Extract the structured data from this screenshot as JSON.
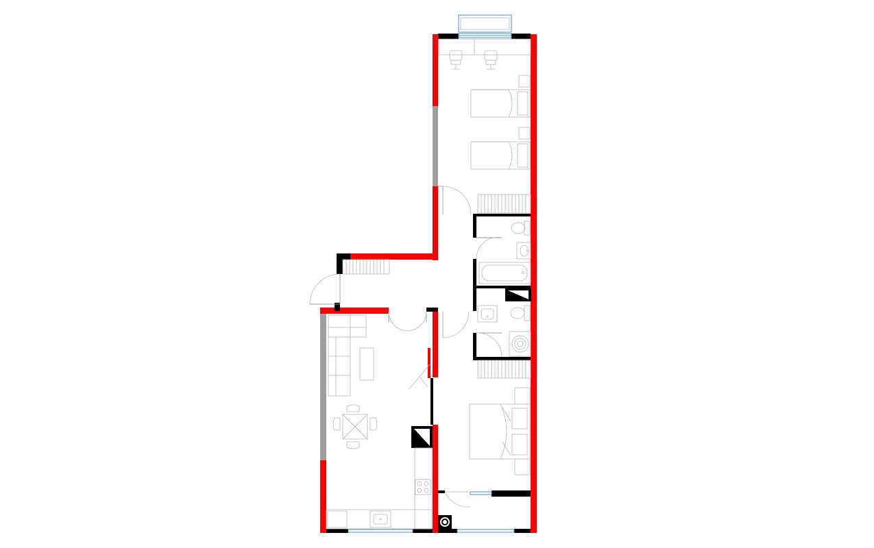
{
  "diagram": {
    "type": "floor-plan",
    "colors": {
      "background": "#ffffff",
      "exterior_wall": "#ff0000",
      "interior_wall": "#000000",
      "window_wall": "#9e9e9e",
      "window_frame": "#4a90c8",
      "fixture_line": "#b8b8b8"
    },
    "rooms": [
      "bedroom-two-beds",
      "bathroom-with-tub",
      "toilet-laundry",
      "living-kitchen",
      "bedroom-double-bed",
      "entrance-hall"
    ],
    "icons": [
      "door-swing-icon",
      "bed-icon",
      "sofa-icon",
      "dining-table-icon",
      "chair-icon",
      "bathtub-icon",
      "toilet-icon",
      "sink-icon",
      "washing-machine-icon",
      "wardrobe-icon",
      "stove-icon",
      "balcony-icon"
    ]
  }
}
